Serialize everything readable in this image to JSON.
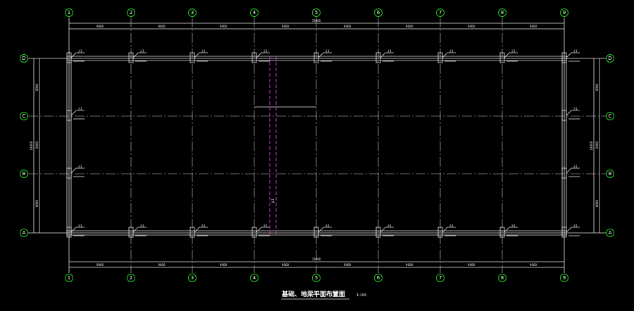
{
  "drawing": {
    "title": "基础、地梁平面布置图",
    "scale": "1:100",
    "grid_columns": [
      "1",
      "2",
      "3",
      "4",
      "5",
      "6",
      "7",
      "8",
      "9"
    ],
    "grid_rows": [
      "D",
      "C",
      "B",
      "A"
    ],
    "bay_dimensions": [
      "9000",
      "9000",
      "9000",
      "9000",
      "9000",
      "9000",
      "9000",
      "9000"
    ],
    "total_length": "72000",
    "span_dimensions": [
      "6000",
      "6000",
      "6000"
    ],
    "total_width": "18000",
    "beam_label": "JL1",
    "footing_label": "J-1",
    "colors": {
      "bubble": "#1ed21e",
      "line": "#e8e8e8",
      "hidden": "#d030d0",
      "background": "#000000"
    }
  }
}
